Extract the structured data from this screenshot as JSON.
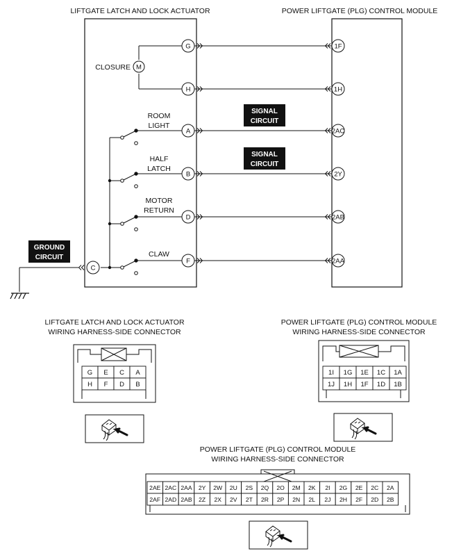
{
  "actuator": {
    "title": "LIFTGATE LATCH AND LOCK ACTUATOR",
    "motor_symbol": "M",
    "closure_label": "CLOSURE",
    "switches": [
      {
        "label_lines": [
          "ROOM",
          "LIGHT"
        ]
      },
      {
        "label_lines": [
          "HALF",
          "LATCH"
        ]
      },
      {
        "label_lines": [
          "MOTOR",
          "RETURN"
        ]
      },
      {
        "label_lines": [
          "CLAW"
        ]
      }
    ],
    "ground_pin": "C"
  },
  "module": {
    "title": "POWER LIFTGATE (PLG) CONTROL MODULE"
  },
  "circuits": [
    {
      "act_pin": "G",
      "mod_pin": "1F"
    },
    {
      "act_pin": "H",
      "mod_pin": "1H"
    },
    {
      "act_pin": "A",
      "mod_pin": "2AC"
    },
    {
      "act_pin": "B",
      "mod_pin": "2Y"
    },
    {
      "act_pin": "D",
      "mod_pin": "2AB"
    },
    {
      "act_pin": "F",
      "mod_pin": "2AA"
    }
  ],
  "tags": {
    "signal_1": [
      "SIGNAL",
      "CIRCUIT"
    ],
    "signal_2": [
      "SIGNAL",
      "CIRCUIT"
    ],
    "ground": [
      "GROUND",
      "CIRCUIT"
    ]
  },
  "connectors": {
    "actuator": {
      "title_lines": [
        "LIFTGATE LATCH AND LOCK ACTUATOR",
        "WIRING HARNESS-SIDE CONNECTOR"
      ],
      "rows": [
        [
          "G",
          "E",
          "C",
          "A"
        ],
        [
          "H",
          "F",
          "D",
          "B"
        ]
      ]
    },
    "module_1": {
      "title_lines": [
        "POWER LIFTGATE (PLG) CONTROL MODULE",
        "WIRING HARNESS-SIDE CONNECTOR"
      ],
      "rows": [
        [
          "1I",
          "1G",
          "1E",
          "1C",
          "1A"
        ],
        [
          "1J",
          "1H",
          "1F",
          "1D",
          "1B"
        ]
      ]
    },
    "module_2": {
      "title_lines": [
        "POWER LIFTGATE (PLG) CONTROL MODULE",
        "WIRING HARNESS-SIDE CONNECTOR"
      ],
      "rows": [
        [
          "2AE",
          "2AC",
          "2AA",
          "2Y",
          "2W",
          "2U",
          "2S",
          "2Q",
          "2O",
          "2M",
          "2K",
          "2I",
          "2G",
          "2E",
          "2C",
          "2A"
        ],
        [
          "2AF",
          "2AD",
          "2AB",
          "2Z",
          "2X",
          "2V",
          "2T",
          "2R",
          "2P",
          "2N",
          "2L",
          "2J",
          "2H",
          "2F",
          "2D",
          "2B"
        ]
      ]
    }
  }
}
